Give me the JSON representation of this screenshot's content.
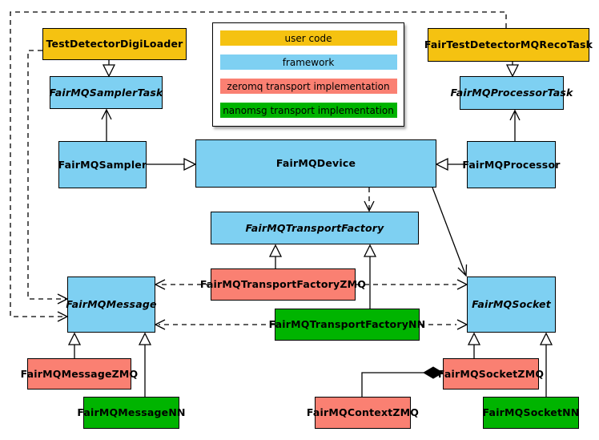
{
  "palette": {
    "user_code": "#f5c211",
    "framework": "#7ed0f2",
    "zeromq": "#fa8072",
    "nanomsg": "#00b400",
    "line": "#000000",
    "background": "#ffffff"
  },
  "legend": {
    "items": [
      {
        "label": "user code",
        "color": "#f5c211"
      },
      {
        "label": "framework",
        "color": "#7ed0f2"
      },
      {
        "label": "zeromq transport implementation",
        "color": "#fa8072"
      },
      {
        "label": "nanomsg transport implementation",
        "color": "#00b400"
      }
    ]
  },
  "nodes": {
    "testDetectorDigiLoader": {
      "label": "TestDetectorDigiLoader",
      "category": "user_code"
    },
    "fairTestDetectorMQRecoTask": {
      "label": "FairTestDetectorMQRecoTask",
      "category": "user_code"
    },
    "fairMQSamplerTask": {
      "label": "FairMQSamplerTask",
      "category": "framework",
      "abstract": true
    },
    "fairMQProcessorTask": {
      "label": "FairMQProcessorTask",
      "category": "framework",
      "abstract": true
    },
    "fairMQSampler": {
      "label": "FairMQSampler",
      "category": "framework"
    },
    "fairMQDevice": {
      "label": "FairMQDevice",
      "category": "framework"
    },
    "fairMQProcessor": {
      "label": "FairMQProcessor",
      "category": "framework"
    },
    "fairMQTransportFactory": {
      "label": "FairMQTransportFactory",
      "category": "framework",
      "abstract": true
    },
    "fairMQTransportFactoryZMQ": {
      "label": "FairMQTransportFactoryZMQ",
      "category": "zeromq"
    },
    "fairMQTransportFactoryNN": {
      "label": "FairMQTransportFactoryNN",
      "category": "nanomsg"
    },
    "fairMQMessage": {
      "label": "FairMQMessage",
      "category": "framework",
      "abstract": true
    },
    "fairMQSocket": {
      "label": "FairMQSocket",
      "category": "framework",
      "abstract": true
    },
    "fairMQMessageZMQ": {
      "label": "FairMQMessageZMQ",
      "category": "zeromq"
    },
    "fairMQMessageNN": {
      "label": "FairMQMessageNN",
      "category": "nanomsg"
    },
    "fairMQContextZMQ": {
      "label": "FairMQContextZMQ",
      "category": "zeromq"
    },
    "fairMQSocketZMQ": {
      "label": "FairMQSocketZMQ",
      "category": "zeromq"
    },
    "fairMQSocketNN": {
      "label": "FairMQSocketNN",
      "category": "nanomsg"
    }
  },
  "edges": [
    {
      "from": "TestDetectorDigiLoader",
      "to": "FairMQSamplerTask",
      "type": "generalization"
    },
    {
      "from": "FairMQSampler",
      "to": "FairMQSamplerTask",
      "type": "association"
    },
    {
      "from": "FairTestDetectorMQRecoTask",
      "to": "FairMQProcessorTask",
      "type": "generalization"
    },
    {
      "from": "FairMQProcessor",
      "to": "FairMQProcessorTask",
      "type": "association"
    },
    {
      "from": "FairMQSampler",
      "to": "FairMQDevice",
      "type": "generalization"
    },
    {
      "from": "FairMQProcessor",
      "to": "FairMQDevice",
      "type": "generalization"
    },
    {
      "from": "FairMQDevice",
      "to": "FairMQTransportFactory",
      "type": "dependency"
    },
    {
      "from": "FairMQDevice",
      "to": "FairMQSocket",
      "type": "association"
    },
    {
      "from": "FairMQTransportFactoryZMQ",
      "to": "FairMQTransportFactory",
      "type": "generalization"
    },
    {
      "from": "FairMQTransportFactoryNN",
      "to": "FairMQTransportFactory",
      "type": "generalization"
    },
    {
      "from": "FairMQTransportFactoryZMQ",
      "to": "FairMQMessage",
      "type": "dependency"
    },
    {
      "from": "FairMQTransportFactoryZMQ",
      "to": "FairMQSocket",
      "type": "dependency"
    },
    {
      "from": "FairMQTransportFactoryNN",
      "to": "FairMQMessage",
      "type": "dependency"
    },
    {
      "from": "FairMQTransportFactoryNN",
      "to": "FairMQSocket",
      "type": "dependency"
    },
    {
      "from": "TestDetectorDigiLoader",
      "to": "FairMQMessage",
      "type": "dependency"
    },
    {
      "from": "FairTestDetectorMQRecoTask",
      "to": "FairMQMessage",
      "type": "dependency"
    },
    {
      "from": "FairMQMessageZMQ",
      "to": "FairMQMessage",
      "type": "generalization"
    },
    {
      "from": "FairMQMessageNN",
      "to": "FairMQMessage",
      "type": "generalization"
    },
    {
      "from": "FairMQSocketZMQ",
      "to": "FairMQSocket",
      "type": "generalization"
    },
    {
      "from": "FairMQSocketNN",
      "to": "FairMQSocket",
      "type": "generalization"
    },
    {
      "from": "FairMQContextZMQ",
      "to": "FairMQSocketZMQ",
      "type": "aggregation"
    }
  ]
}
